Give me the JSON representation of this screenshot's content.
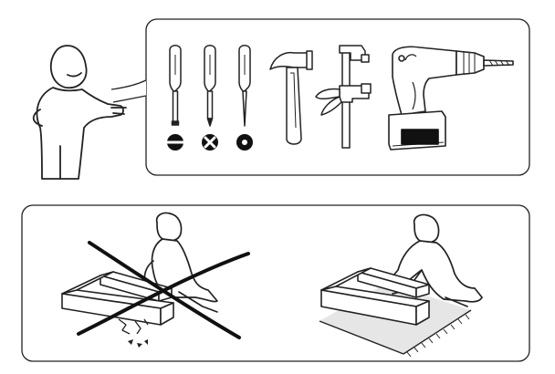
{
  "document": {
    "type": "assembly-instructions-illustration",
    "panels": [
      {
        "name": "tools-required",
        "figure": "instruction-figure-pointing",
        "tools": [
          {
            "icon": "flathead-screwdriver-icon",
            "tip_symbol": "slot-symbol"
          },
          {
            "icon": "phillips-screwdriver-icon",
            "tip_symbol": "cross-symbol"
          },
          {
            "icon": "awl-icon",
            "tip_symbol": "dot-symbol"
          },
          {
            "icon": "hammer-icon"
          },
          {
            "icon": "bar-clamp-icon"
          },
          {
            "icon": "cordless-drill-icon"
          }
        ]
      },
      {
        "name": "work-surface-guidance",
        "scenes": [
          {
            "name": "incorrect-hard-floor",
            "marked": "crossed-out"
          },
          {
            "name": "correct-on-rug",
            "marked": "none"
          }
        ]
      }
    ]
  }
}
